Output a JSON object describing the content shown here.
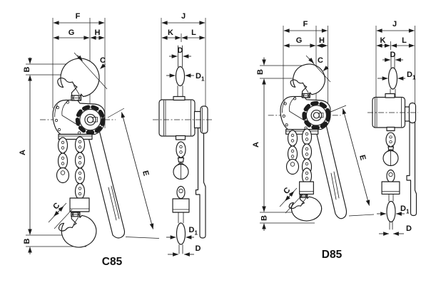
{
  "colors": {
    "line": "#1c1c1c",
    "background": "#ffffff"
  },
  "drawings": [
    {
      "caption": "C85",
      "front": {
        "f": "F",
        "g": "G",
        "h": "H",
        "a": "A",
        "b_top": "B",
        "b_bottom": "B",
        "c_top": "C",
        "c_bottom": "C",
        "e": "E"
      },
      "side": {
        "j": "J",
        "k": "K",
        "l": "L",
        "d_top": "D",
        "d_bottom": "D",
        "d1_top": {
          "base": "D",
          "sub": "1"
        },
        "d1_bottom": {
          "base": "D",
          "sub": "1"
        }
      }
    },
    {
      "caption": "D85",
      "front": {
        "f": "F",
        "g": "G",
        "h": "H",
        "a": "A",
        "b_top": "B",
        "b_bottom": "B",
        "c_top": "C",
        "c_bottom": "C",
        "e": "E"
      },
      "side": {
        "j": "J",
        "k": "K",
        "l": "L",
        "d_top": "D",
        "d_bottom": "D",
        "d1_top": {
          "base": "D",
          "sub": "1"
        },
        "d1_bottom": {
          "base": "D",
          "sub": "1"
        }
      }
    }
  ]
}
